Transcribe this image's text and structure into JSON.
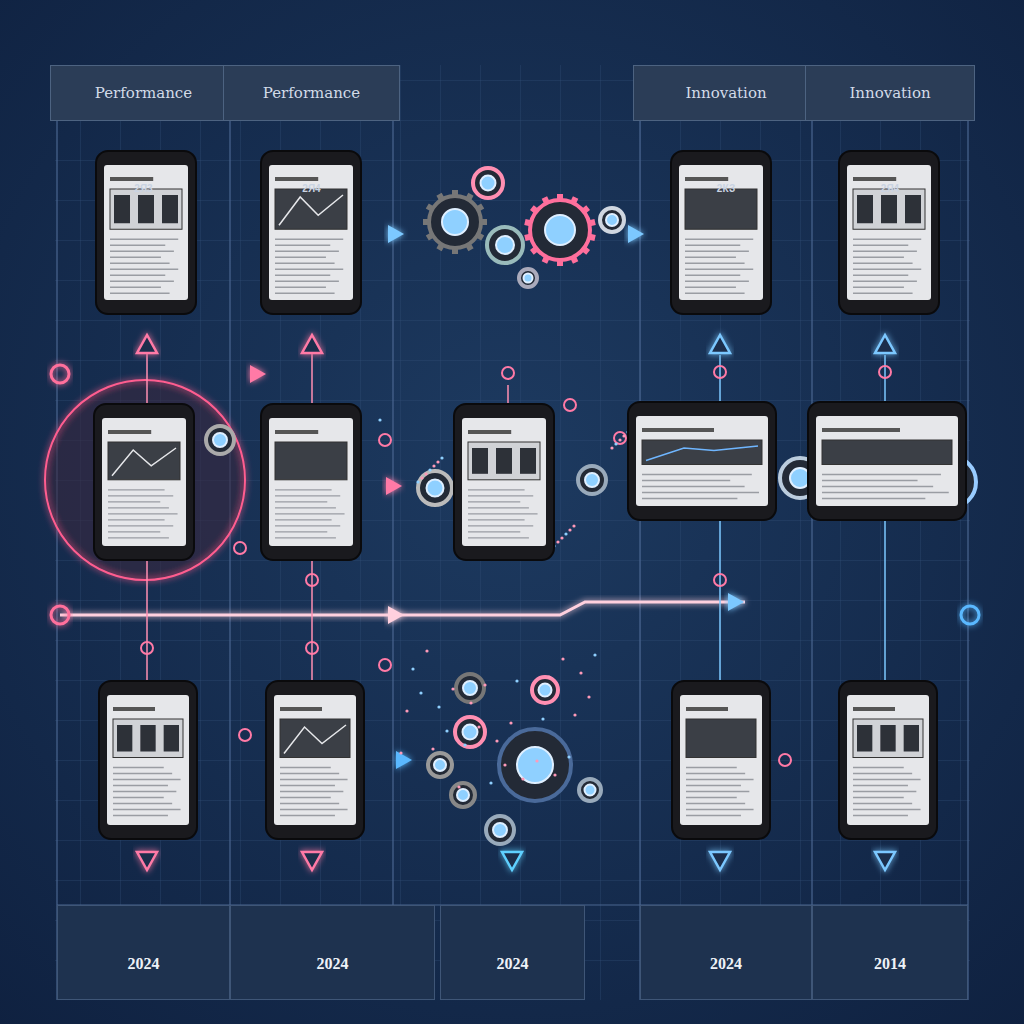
{
  "diagram": {
    "nodes": [
      {
        "text": [
          "Performance",
          "2Я3"
        ]
      },
      {
        "text": [
          "Performance",
          "2Я4"
        ]
      },
      {
        "text": [
          "Innovation",
          "2КЗ"
        ]
      },
      {
        "text": [
          "Innovation",
          "2Я4"
        ]
      },
      {
        "text": [
          "2024"
        ]
      },
      {
        "text": [
          "2024"
        ]
      },
      {
        "text": [
          "2024"
        ]
      },
      {
        "text": [
          "2024"
        ]
      },
      {
        "text": [
          "2014"
        ]
      }
    ]
  }
}
